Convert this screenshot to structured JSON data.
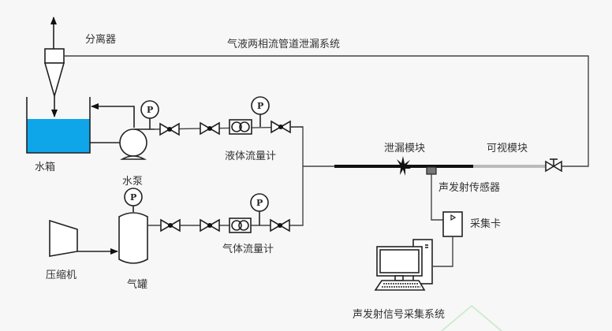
{
  "title": "气液两相流管道泄漏系统",
  "labels": {
    "separator": "分离器",
    "water_tank": "水箱",
    "water_pump": "水泵",
    "liquid_flowmeter": "液体流量计",
    "leak_module": "泄漏模块",
    "visual_module": "可视模块",
    "ae_sensor": "声发射传感器",
    "daq_card": "采集卡",
    "compressor": "压缩机",
    "gas_tank": "气罐",
    "gas_flowmeter": "气体流量计",
    "ae_system": "声发射信号采集系统"
  },
  "gauge_letter": "P",
  "colors": {
    "water": "#0ea5e9",
    "pipe": "#444444",
    "visual_pipe": "#bbbbbb",
    "sensor": "#777777"
  }
}
